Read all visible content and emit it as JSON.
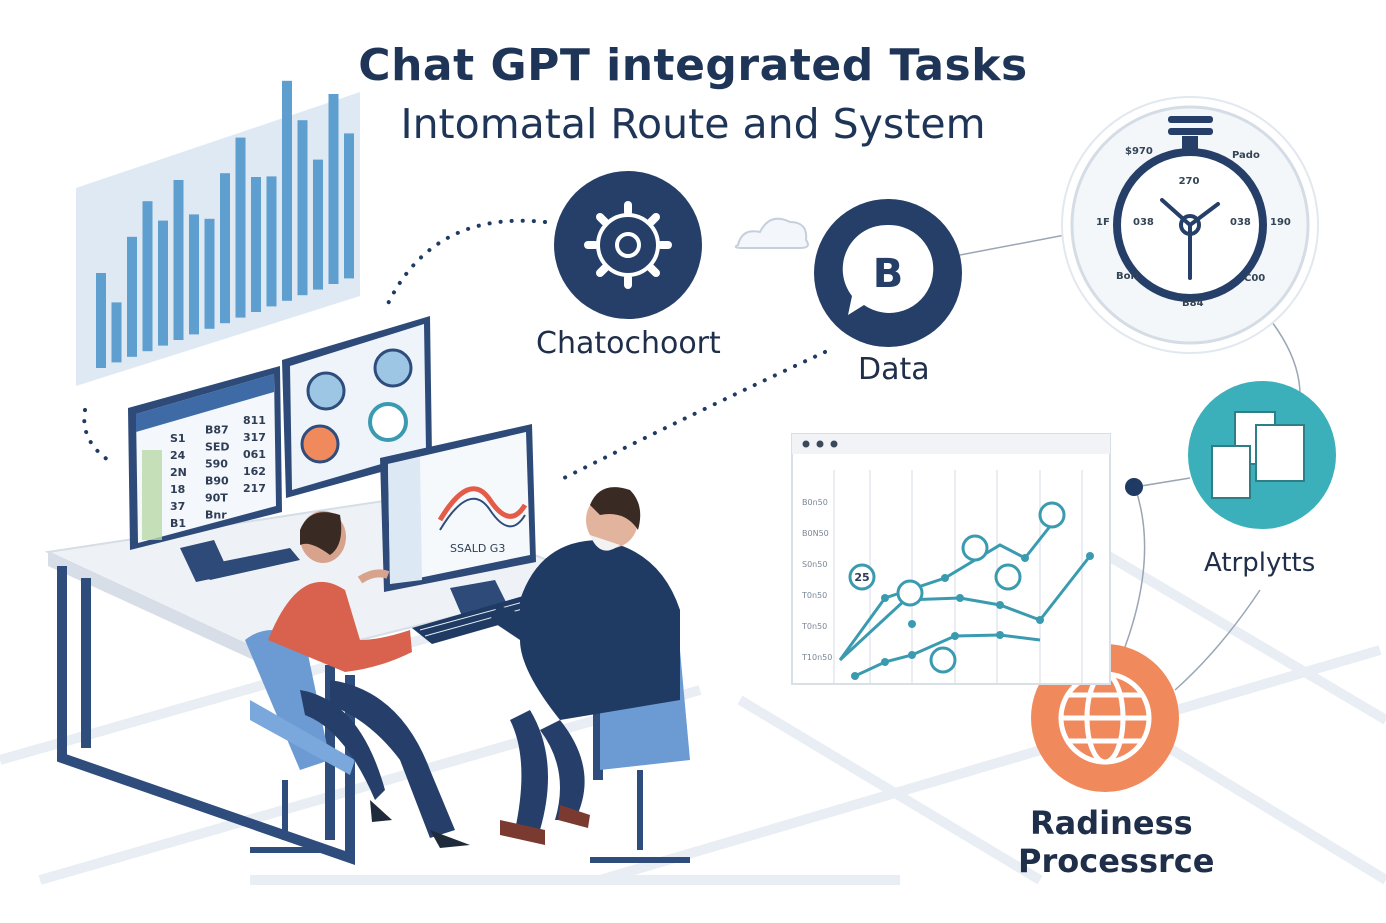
{
  "title": "Chat GPT integrated Tasks",
  "subtitle": "Intomatal Route and System",
  "nodes": {
    "chatbot": {
      "label": "Chatochoort",
      "icon": "gear-icon"
    },
    "data": {
      "label": "Data",
      "icon": "chat-bubble-icon",
      "glyph": "B"
    },
    "analytics": {
      "label": "Atrplytts",
      "icon": "documents-icon"
    },
    "readiness": {
      "line1": "Radiness",
      "line2": "Processrce",
      "icon": "globe-icon"
    }
  },
  "clock": {
    "top": "270",
    "left_top": "$970",
    "right_top": "Pado",
    "left": "1F",
    "inner_left": "038",
    "inner_right": "038",
    "right": "190",
    "left_bottom": "Bori",
    "right_bottom": "C00",
    "bottom": "B84"
  },
  "monitor_left": {
    "col1": [
      "S1",
      "24",
      "2N",
      "18",
      "37",
      "B1"
    ],
    "col2": [
      "B87",
      "SED",
      "590",
      "B90",
      "90T",
      "Bnr"
    ],
    "col3": [
      "811",
      "317",
      "061",
      "162",
      "217",
      ""
    ]
  },
  "monitor_right_caption": "SSALD G3",
  "chart": {
    "y_tick_labels": [
      "B0n50",
      "B0N50",
      "S0n50",
      "T0n50",
      "T0n50",
      "T10n50"
    ],
    "point_labels": [
      "25"
    ]
  },
  "colors": {
    "navy": "#1f3a63",
    "teal": "#3bb0ba",
    "orange": "#f08a5d",
    "bar_blue": "#5f9fd0",
    "line_teal": "#3a9bb0"
  }
}
